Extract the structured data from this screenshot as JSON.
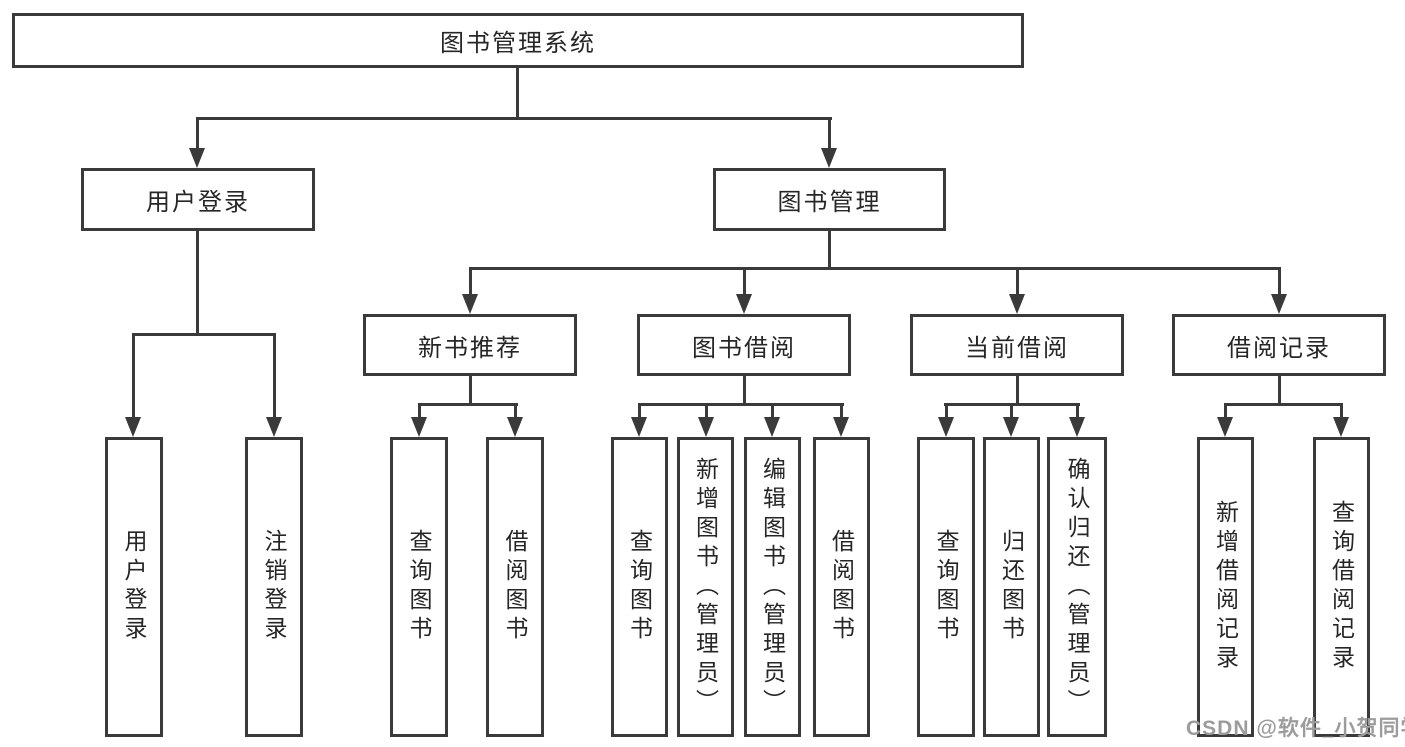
{
  "colors": {
    "line": "#3a3a3a",
    "text": "#262626",
    "watermark": "#9c9c9c",
    "background": "#ffffff"
  },
  "watermark": "CSDN @软件_小贺同学",
  "tree": {
    "label": "图书管理系统",
    "children": [
      {
        "label": "用户登录",
        "children": [
          {
            "label": "用户登录"
          },
          {
            "label": "注销登录"
          }
        ]
      },
      {
        "label": "图书管理",
        "children": [
          {
            "label": "新书推荐",
            "children": [
              {
                "label": "查询图书"
              },
              {
                "label": "借阅图书"
              }
            ]
          },
          {
            "label": "图书借阅",
            "children": [
              {
                "label": "查询图书"
              },
              {
                "label": "新增图书（管理员）"
              },
              {
                "label": "编辑图书（管理员）"
              },
              {
                "label": "借阅图书"
              }
            ]
          },
          {
            "label": "当前借阅",
            "children": [
              {
                "label": "查询图书"
              },
              {
                "label": "归还图书"
              },
              {
                "label": "确认归还（管理员）"
              }
            ]
          },
          {
            "label": "借阅记录",
            "children": [
              {
                "label": "新增借阅记录"
              },
              {
                "label": "查询借阅记录"
              }
            ]
          }
        ]
      }
    ]
  }
}
